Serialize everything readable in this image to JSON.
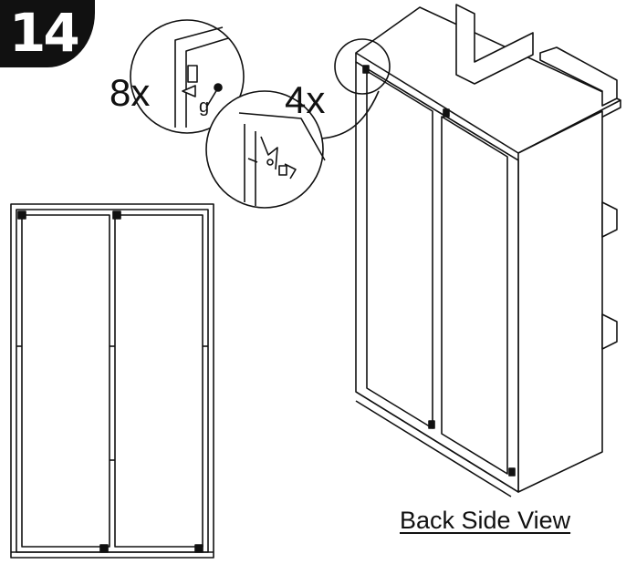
{
  "step": {
    "number": "14"
  },
  "callouts": {
    "screw": {
      "quantity": "8x",
      "part_code": "g"
    },
    "bracket": {
      "quantity": "4x"
    }
  },
  "views": {
    "back_label": "Back Side View"
  },
  "colors": {
    "ink": "#111111",
    "paper": "#ffffff"
  }
}
